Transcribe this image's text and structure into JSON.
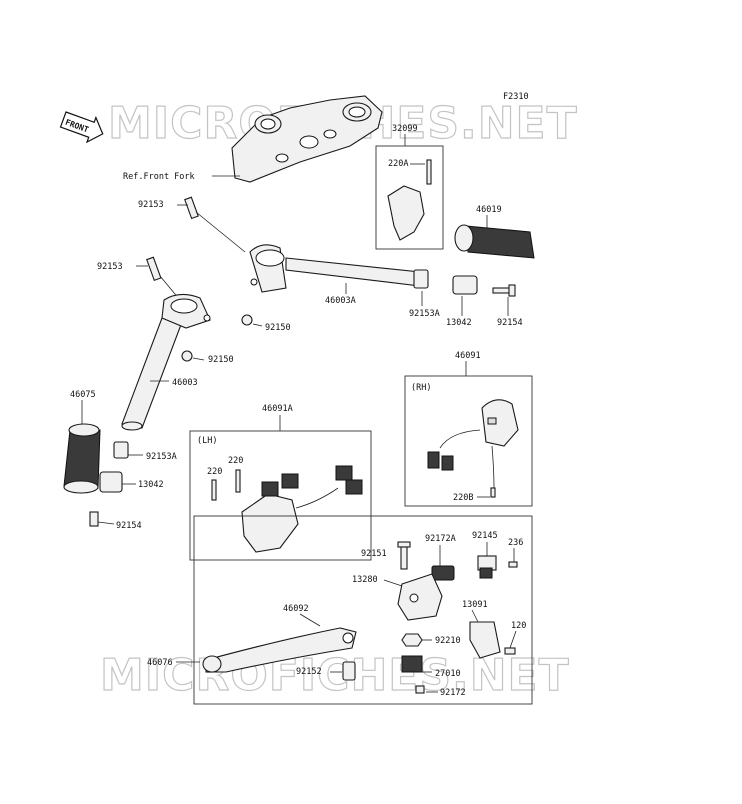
{
  "diagram": {
    "code": "F2310",
    "watermark": "MICROFICHES.NET",
    "front_label": "FRONT",
    "ref_label": "Ref.Front Fork",
    "box_lh_label": "(LH)",
    "box_rh_label": "(RH)",
    "parts": {
      "p32099": "32099",
      "p220A": "220A",
      "p46019": "46019",
      "p92153_a": "92153",
      "p92153_b": "92153",
      "p46003A": "46003A",
      "p92153A_r": "92153A",
      "p13042_r": "13042",
      "p92154_r": "92154",
      "p92150_a": "92150",
      "p92150_b": "92150",
      "p46003": "46003",
      "p46091": "46091",
      "p46075": "46075",
      "p92153A_l": "92153A",
      "p46091A": "46091A",
      "p13042_l": "13042",
      "p92154_l": "92154",
      "p220_a": "220",
      "p220_b": "220",
      "p220B": "220B",
      "p92151": "92151",
      "p92172A": "92172A",
      "p92145": "92145",
      "p236": "236",
      "p13280": "13280",
      "p13091": "13091",
      "p46092": "46092",
      "p120": "120",
      "p92210": "92210",
      "p46076": "46076",
      "p92152": "92152",
      "p27010": "27010",
      "p92172": "92172"
    }
  }
}
